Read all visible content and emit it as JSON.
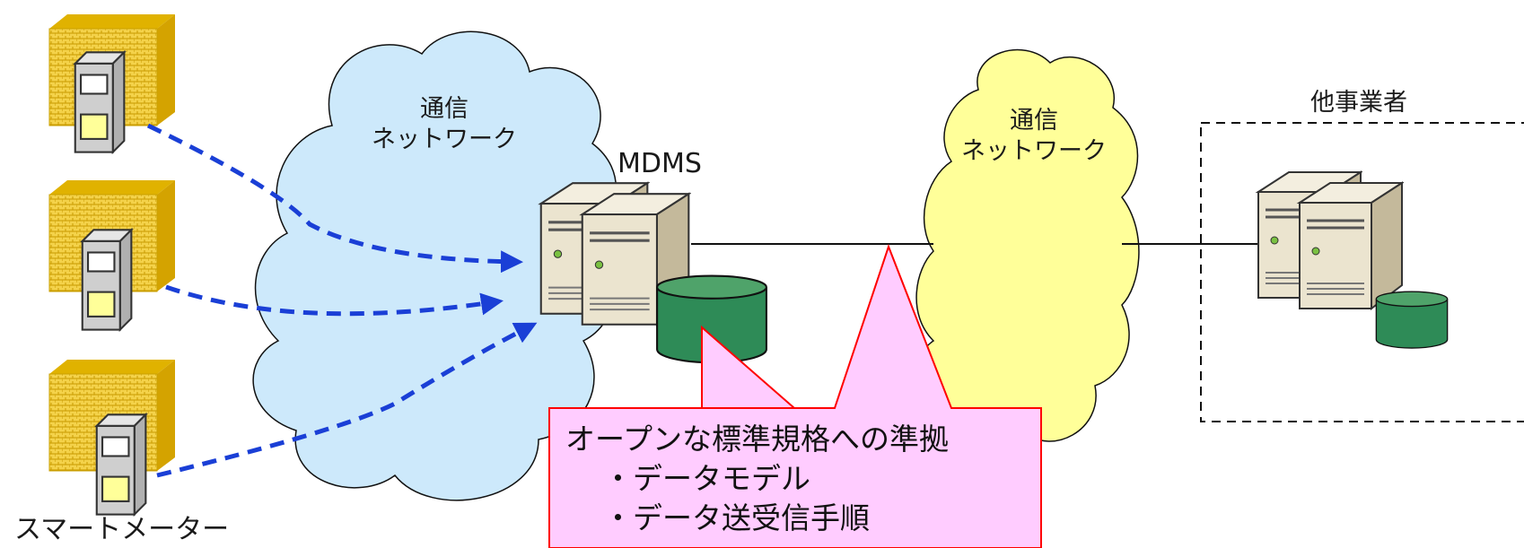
{
  "labels": {
    "cloud_left": {
      "line1": "通信",
      "line2": "ネットワーク"
    },
    "cloud_right": {
      "line1": "通信",
      "line2": "ネットワーク"
    },
    "mdms": "MDMS",
    "other_operator": "他事業者",
    "smart_meter": "スマートメーター"
  },
  "callout": {
    "title": "オープンな標準規格への準拠",
    "bullets": [
      "・データモデル",
      "・データ送受信手順"
    ]
  },
  "colors": {
    "cloud_left_fill": "#cde9fb",
    "cloud_right_fill": "#ffff99",
    "callout_fill": "#ffccff",
    "callout_border": "#ff0000",
    "arrow": "#1a3fd6",
    "database": "#2e8b57",
    "house": "#e0b200"
  }
}
